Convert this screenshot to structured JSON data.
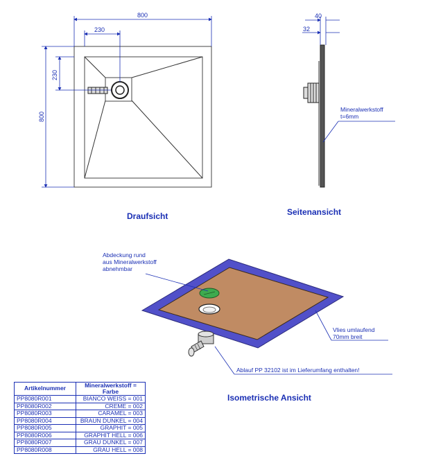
{
  "top_view": {
    "title": "Draufsicht",
    "dim_width": "800",
    "dim_offset_x": "230",
    "dim_offset_y": "230",
    "dim_height": "800"
  },
  "side_view": {
    "title": "Seitenansicht",
    "dim_total": "40",
    "dim_inner": "32",
    "material_line1": "Mineralwerkstoff",
    "material_line2": "t=6mm"
  },
  "iso_view": {
    "title": "Isometrische Ansicht",
    "cover_line1": "Abdeckung rund",
    "cover_line2": "aus Mineralwerkstoff",
    "cover_line3": "abnehmbar",
    "fleece_line1": "Vlies umlaufend",
    "fleece_line2": "70mm breit",
    "drain_note": "Ablauf PP 32102 ist im Lieferumfang enthalten!"
  },
  "article_table": {
    "header_article": "Artikelnummer",
    "header_color": "Mineralwerkstoff = Farbe",
    "rows": [
      {
        "article": "PP8080R001",
        "color": "BIANCO WEISS = 001"
      },
      {
        "article": "PP8080R002",
        "color": "CREME = 002"
      },
      {
        "article": "PP8080R003",
        "color": "CARAMEL = 003"
      },
      {
        "article": "PP8080R004",
        "color": "BRAUN DUNKEL = 004"
      },
      {
        "article": "PP8080R005",
        "color": "GRAPHIT = 005"
      },
      {
        "article": "PP8080R006",
        "color": "GRAPHIT HELL = 006"
      },
      {
        "article": "PP8080R007",
        "color": "GRAU DUNKEL = 007"
      },
      {
        "article": "PP8080R008",
        "color": "GRAU HELL = 008"
      }
    ]
  },
  "colors": {
    "annotation": "#1a2fb4",
    "tray_surface": "#c08b63",
    "fleece": "#5150c9",
    "cover": "#3daa4e"
  }
}
